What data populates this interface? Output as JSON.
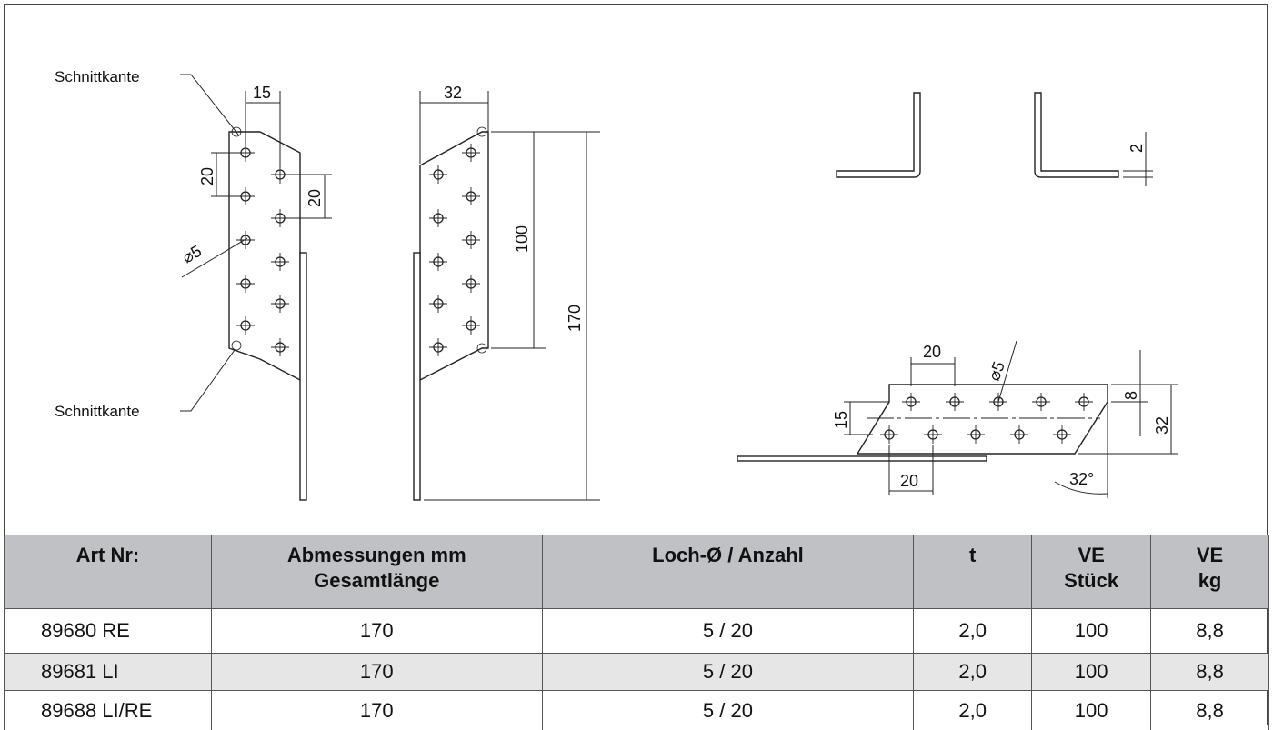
{
  "drawing": {
    "label_cut_edge_top": "Schnittkante",
    "label_cut_edge_bottom": "Schnittkante",
    "dim_15": "15",
    "dim_32": "32",
    "dim_100": "100",
    "dim_170": "170",
    "dim_20_left": "20",
    "dim_20_right": "20",
    "dim_hole_left": "⌀5",
    "dim_thickness": "2",
    "dim_20_top": "20",
    "dim_20_bottom": "20",
    "dim_hole_right": "⌀5",
    "dim_15_side": "15",
    "dim_8": "8",
    "dim_32_side": "32",
    "dim_angle": "32°"
  },
  "table": {
    "headers": [
      [
        "Art Nr:",
        ""
      ],
      [
        "Abmessungen mm",
        "Gesamtlänge"
      ],
      [
        "Loch-Ø / Anzahl",
        ""
      ],
      [
        "t",
        ""
      ],
      [
        "VE",
        "Stück"
      ],
      [
        "VE",
        "kg"
      ]
    ],
    "rows": [
      [
        "89680 RE",
        "170",
        "5 / 20",
        "2,0",
        "100",
        "8,8"
      ],
      [
        "89681 LI",
        "170",
        "5 / 20",
        "2,0",
        "100",
        "8,8"
      ],
      [
        "89688 LI/RE",
        "170",
        "5 / 20",
        "2,0",
        "100",
        "8,8"
      ]
    ]
  }
}
